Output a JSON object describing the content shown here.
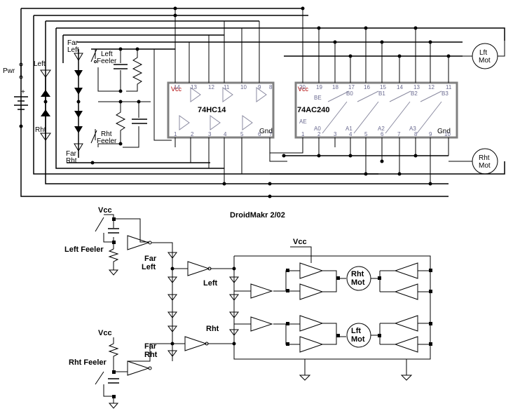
{
  "top": {
    "power_label": "Pwr",
    "left_led_label": "Left",
    "right_led_label": "Rht",
    "far_left_label": [
      "Far",
      "Left"
    ],
    "far_right_label": [
      "Far",
      "Rht"
    ],
    "left_feeler_label": [
      "Left",
      "Feeler"
    ],
    "right_feeler_label": [
      "Rht",
      "Feeler"
    ],
    "chip1": {
      "name": "74HC14",
      "vcc": "Vcc",
      "gnd": "Gnd",
      "top_pins": [
        "14",
        "13",
        "12",
        "11",
        "10",
        "9",
        "8"
      ],
      "bottom_pins": [
        "1",
        "2",
        "3",
        "4",
        "5",
        "6",
        "7"
      ]
    },
    "chip2": {
      "name": "74AC240",
      "vcc": "Vcc",
      "gnd": "Gnd",
      "be": "BE",
      "ae": "AE",
      "top_pins": [
        "20",
        "19",
        "18",
        "17",
        "16",
        "15",
        "14",
        "13",
        "12",
        "11"
      ],
      "bottom_pins": [
        "1",
        "2",
        "3",
        "4",
        "5",
        "6",
        "7",
        "8",
        "9",
        "10"
      ],
      "b_labels": [
        "B0",
        "B1",
        "B2",
        "B3"
      ],
      "a_labels": [
        "A0",
        "A1",
        "A2",
        "A3"
      ]
    },
    "left_motor": [
      "Lft",
      "Mot"
    ],
    "right_motor": [
      "Rht",
      "Mot"
    ]
  },
  "bottom": {
    "caption": "DroidMakr   2/02",
    "vcc_top": "Vcc",
    "vcc_bottom": "Vcc",
    "vcc_driver": "Vcc",
    "left_feeler": "Left Feeler",
    "right_feeler": "Rht Feeler",
    "far_left": [
      "Far",
      "Left"
    ],
    "far_right": [
      "Far",
      "Rht"
    ],
    "left": "Left",
    "right": "Rht",
    "right_motor": [
      "Rht",
      "Mot"
    ],
    "left_motor": [
      "Lft",
      "Mot"
    ]
  }
}
